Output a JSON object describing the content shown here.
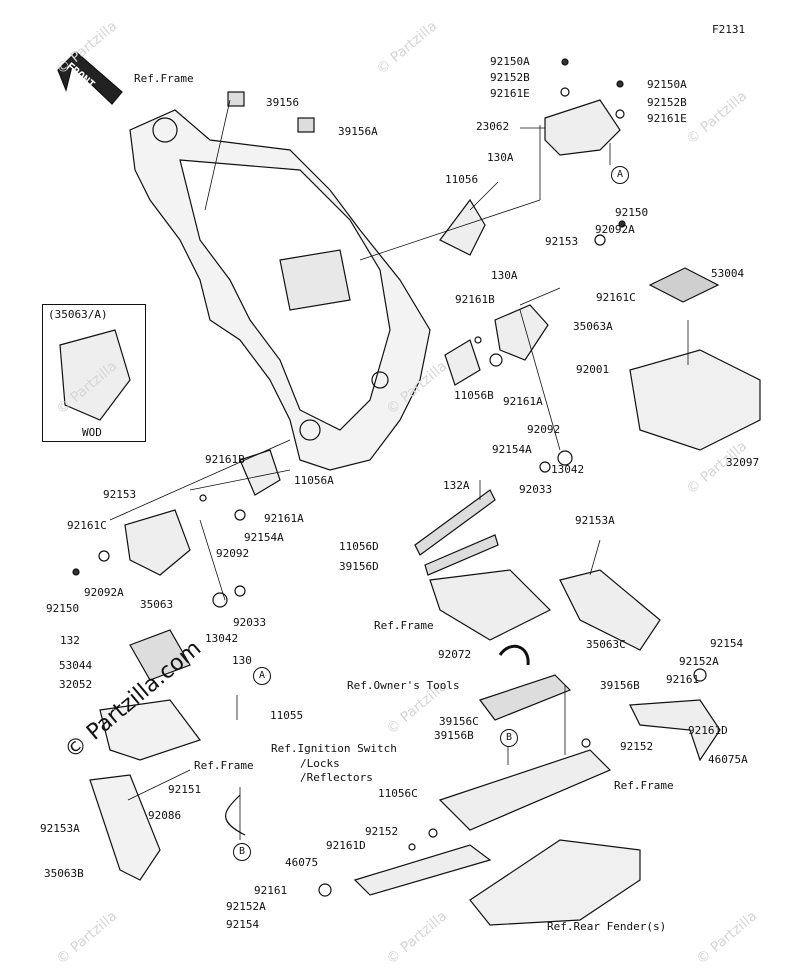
{
  "diagram_code": "F2131",
  "front_label": "FRONT",
  "inset": {
    "code": "(35063/A)",
    "variant": "WOD"
  },
  "callouts": {
    "circle_a": "A",
    "circle_b": "B"
  },
  "watermarks": {
    "site": "© Partzilla",
    "big": "© Partzilla.com"
  },
  "labels": [
    {
      "id": "ref-frame-top",
      "text": "Ref.Frame"
    },
    {
      "id": "p39156",
      "text": "39156"
    },
    {
      "id": "p39156a",
      "text": "39156A"
    },
    {
      "id": "p92150a-1",
      "text": "92150A"
    },
    {
      "id": "p92152b-1",
      "text": "92152B"
    },
    {
      "id": "p92161e-1",
      "text": "92161E"
    },
    {
      "id": "p92150a-2",
      "text": "92150A"
    },
    {
      "id": "p92152b-2",
      "text": "92152B"
    },
    {
      "id": "p92161e-2",
      "text": "92161E"
    },
    {
      "id": "p23062",
      "text": "23062"
    },
    {
      "id": "p130a-1",
      "text": "130A"
    },
    {
      "id": "p11056",
      "text": "11056"
    },
    {
      "id": "p130a-2",
      "text": "130A"
    },
    {
      "id": "p92150-r",
      "text": "92150"
    },
    {
      "id": "p92092a-r",
      "text": "92092A"
    },
    {
      "id": "p92153-r",
      "text": "92153"
    },
    {
      "id": "p92161c-r",
      "text": "92161C"
    },
    {
      "id": "p53004",
      "text": "53004"
    },
    {
      "id": "p92161b-r",
      "text": "92161B"
    },
    {
      "id": "p35063a",
      "text": "35063A"
    },
    {
      "id": "p92001",
      "text": "92001"
    },
    {
      "id": "p11056b",
      "text": "11056B"
    },
    {
      "id": "p92161a-r",
      "text": "92161A"
    },
    {
      "id": "p32097",
      "text": "32097"
    },
    {
      "id": "p92092-r",
      "text": "92092"
    },
    {
      "id": "p92154a-r",
      "text": "92154A"
    },
    {
      "id": "p13042-r",
      "text": "13042"
    },
    {
      "id": "p92033-r",
      "text": "92033"
    },
    {
      "id": "p132a",
      "text": "132A"
    },
    {
      "id": "p92153a-r",
      "text": "92153A"
    },
    {
      "id": "p92161b-l",
      "text": "92161B"
    },
    {
      "id": "p11056a",
      "text": "11056A"
    },
    {
      "id": "p92153-l",
      "text": "92153"
    },
    {
      "id": "p92161a-l",
      "text": "92161A"
    },
    {
      "id": "p92161c-l",
      "text": "92161C"
    },
    {
      "id": "p92154a-l",
      "text": "92154A"
    },
    {
      "id": "p92092-l",
      "text": "92092"
    },
    {
      "id": "p92092a-l",
      "text": "92092A"
    },
    {
      "id": "p35063",
      "text": "35063"
    },
    {
      "id": "p92033-l",
      "text": "92033"
    },
    {
      "id": "p92150-l",
      "text": "92150"
    },
    {
      "id": "p13042-l",
      "text": "13042"
    },
    {
      "id": "p11056d",
      "text": "11056D"
    },
    {
      "id": "p39156d",
      "text": "39156D"
    },
    {
      "id": "ref-frame-mid",
      "text": "Ref.Frame"
    },
    {
      "id": "p35063c",
      "text": "35063C"
    },
    {
      "id": "p132",
      "text": "132"
    },
    {
      "id": "p53044",
      "text": "53044"
    },
    {
      "id": "p32052",
      "text": "32052"
    },
    {
      "id": "p130",
      "text": "130"
    },
    {
      "id": "p11055",
      "text": "11055"
    },
    {
      "id": "p92072",
      "text": "92072"
    },
    {
      "id": "ref-owners-tools",
      "text": "Ref.Owner's Tools"
    },
    {
      "id": "p39156b-1",
      "text": "39156B"
    },
    {
      "id": "p92154-r",
      "text": "92154"
    },
    {
      "id": "p92152a-r",
      "text": "92152A"
    },
    {
      "id": "p92161-r",
      "text": "92161"
    },
    {
      "id": "p39156c",
      "text": "39156C"
    },
    {
      "id": "p92161d-r",
      "text": "92161D"
    },
    {
      "id": "p39156b-2",
      "text": "39156B"
    },
    {
      "id": "p92152-r",
      "text": "92152"
    },
    {
      "id": "p46075a",
      "text": "46075A"
    },
    {
      "id": "ref-ignition",
      "text": "Ref.Ignition Switch"
    },
    {
      "id": "ref-locks",
      "text": "/Locks"
    },
    {
      "id": "ref-reflectors",
      "text": "/Reflectors"
    },
    {
      "id": "ref-frame-right",
      "text": "Ref.Frame"
    },
    {
      "id": "p11056c",
      "text": "11056C"
    },
    {
      "id": "ref-frame-left",
      "text": "Ref.Frame"
    },
    {
      "id": "p92151",
      "text": "92151"
    },
    {
      "id": "p92153a-l",
      "text": "92153A"
    },
    {
      "id": "p92086",
      "text": "92086"
    },
    {
      "id": "p92152-m",
      "text": "92152"
    },
    {
      "id": "p92161d-m",
      "text": "92161D"
    },
    {
      "id": "p46075",
      "text": "46075"
    },
    {
      "id": "p35063b",
      "text": "35063B"
    },
    {
      "id": "p92161-m",
      "text": "92161"
    },
    {
      "id": "p92152a-m",
      "text": "92152A"
    },
    {
      "id": "p92154-m",
      "text": "92154"
    },
    {
      "id": "ref-rear-fender",
      "text": "Ref.Rear Fender(s)"
    }
  ]
}
